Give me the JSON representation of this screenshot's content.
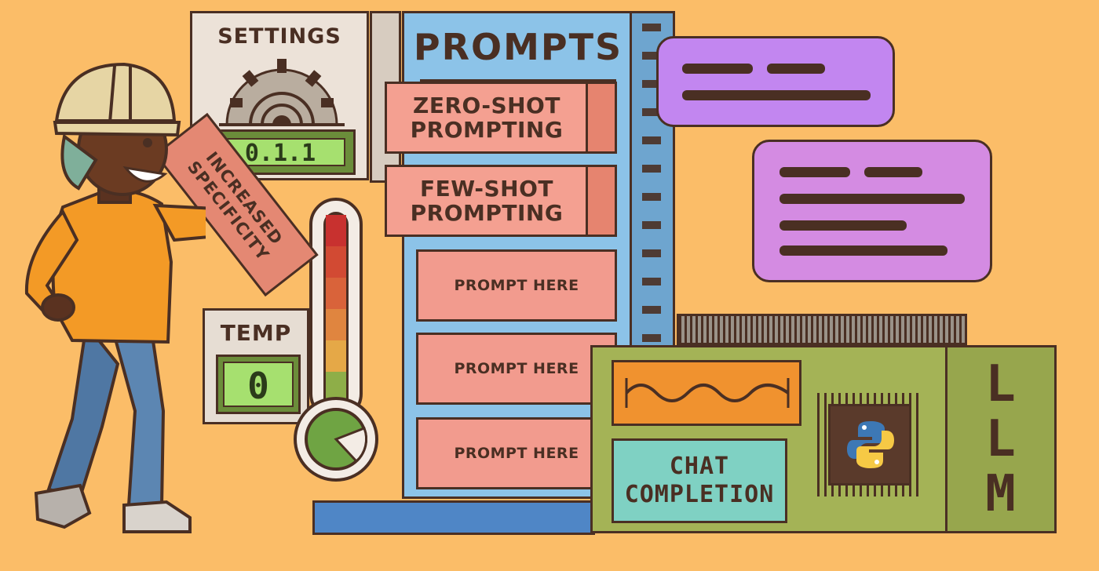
{
  "settings_panel": {
    "title": "SETTINGS",
    "display_value": "0.1.1"
  },
  "temp_panel": {
    "title": "TEMP",
    "display_value": "0"
  },
  "sign": {
    "text": "INCREASED\nSPECIFICITY"
  },
  "prompts_rack": {
    "title": "PROMPTS",
    "techniques": [
      "ZERO-SHOT\nPROMPTING",
      "FEW-SHOT\nPROMPTING"
    ],
    "slots": [
      "PROMPT HERE",
      "PROMPT HERE",
      "PROMPT HERE"
    ]
  },
  "llm_unit": {
    "side_label": "LLM",
    "screen_label": "CHAT\nCOMPLETION",
    "chip_icon": "python-logo-icon"
  },
  "colors": {
    "background": "#fbbd68",
    "outline": "#4a2f23",
    "rack_blue": "#8cc3e8",
    "prompt_pink": "#f29b8e",
    "bubble_purple": "#c985e8",
    "llm_green": "#a4b356",
    "lcd_green": "#a6e06f"
  }
}
